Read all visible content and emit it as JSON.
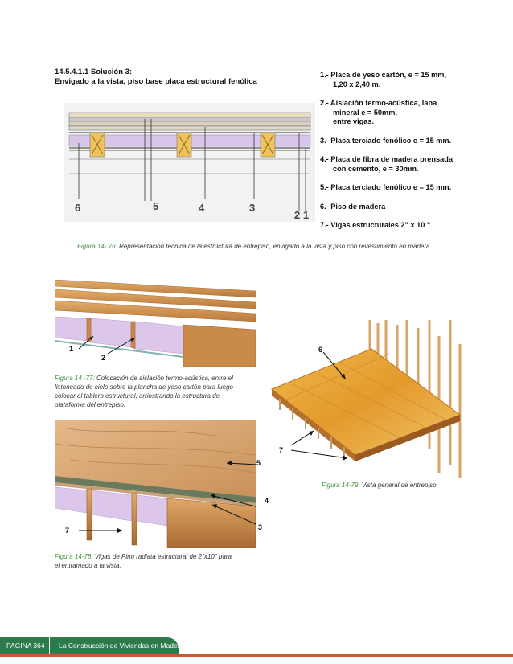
{
  "section": {
    "number": "14.5.4.1.1 Solución 3:",
    "subtitle": "Envigado a la vista, piso base placa estructural fenólica"
  },
  "legend": [
    {
      "line1": "1.- Placa  de  yeso  cartón,  e = 15 mm,",
      "line2": "1,20 x 2,40 m.",
      "line3": ""
    },
    {
      "line1": "2.- Aislación termo-acústica, lana",
      "line2": "mineral    e =  50mm,",
      "line3": "entre vigas."
    },
    {
      "line1": "3.- Placa terciado fenólico e  =  15 mm.",
      "line2": "",
      "line3": ""
    },
    {
      "line1": "4.- Placa de fibra de madera prensada",
      "line2": "con cemento, e  =    30mm.",
      "line3": ""
    },
    {
      "line1": "5.- Placa  terciado  fenólico e = 15 mm.",
      "line2": "",
      "line3": ""
    },
    {
      "line1": "6.- Piso  de  madera",
      "line2": "",
      "line3": ""
    },
    {
      "line1": "7.- Vigas estructurales 2\" x 10 \"",
      "line2": "",
      "line3": ""
    }
  ],
  "drawing_labels": {
    "l6": "6",
    "l5": "5",
    "l4": "4",
    "l3": "3",
    "l21": "2 1"
  },
  "fig76": {
    "label": "Figura 14- 76:",
    "text": " Representación técnica de la estructura de entrepiso, envigado a la vista y piso con revestimiento en madera."
  },
  "fig77": {
    "label": "Figura 14 -77:",
    "line1": " Colocación de aislación termo-acústica, entre el",
    "line2": "listoneado de cielo sobre la plancha de yeso cartón para luego",
    "line3": "colocar el tablero estructural, arriostrando la estructura  de",
    "line4": "plataforma del entrepiso.",
    "n1": "1",
    "n2": "2"
  },
  "fig78": {
    "label": "Figura 14-78:",
    "line1": " Vigas de Pino radiata estructural de 2\"x10\" para",
    "line2": "el entramado a la vista.",
    "n5": "5",
    "n4": "4",
    "n3": "3",
    "n7": "7"
  },
  "fig79": {
    "label": "Figura 14-79:",
    "text": " Vista general de entrepiso.",
    "n6": "6",
    "n7": "7"
  },
  "footer": {
    "page": "PAGINA 364",
    "book": "La Construcción de Viviendas en Madera"
  },
  "colors": {
    "footer_green": "#2f7a4a",
    "footer_orange": "#c55a2a",
    "caption_label_green": "#3f8f3f",
    "wood": "#d9a25c",
    "insulation": "#c9b3e0"
  }
}
